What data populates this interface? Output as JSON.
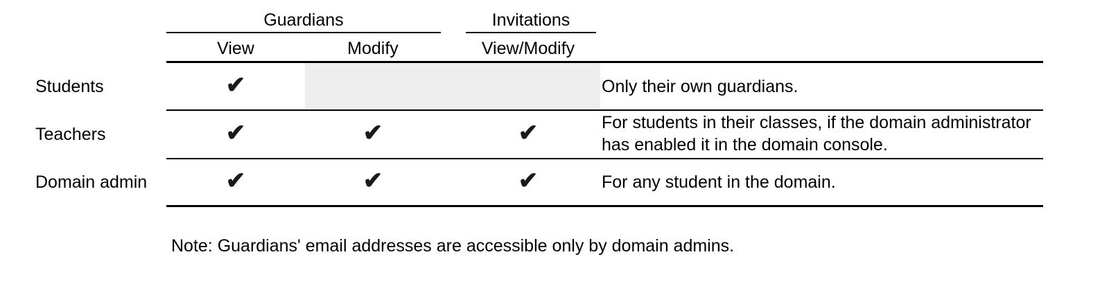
{
  "table": {
    "column_groups": [
      {
        "label": "Guardians",
        "spans": [
          "View",
          "Modify"
        ]
      },
      {
        "label": "Invitations",
        "spans": [
          "View/Modify"
        ]
      }
    ],
    "sub_headers": {
      "view": "View",
      "modify": "Modify",
      "view_modify": "View/Modify"
    },
    "row_header_label": "",
    "check_glyph": "✔",
    "rows": [
      {
        "label": "Students",
        "guardians_view": "✔",
        "guardians_modify": "",
        "invitations_view_modify": "",
        "modify_disabled": true,
        "invite_disabled": true,
        "description_lines": [
          "Only their own guardians."
        ]
      },
      {
        "label": "Teachers",
        "guardians_view": "✔",
        "guardians_modify": "✔",
        "invitations_view_modify": "✔",
        "modify_disabled": false,
        "invite_disabled": false,
        "description_lines": [
          "For students in their classes, if the domain administrator",
          "has enabled it in the domain console."
        ]
      },
      {
        "label": "Domain admin",
        "guardians_view": "✔",
        "guardians_modify": "✔",
        "invitations_view_modify": "✔",
        "modify_disabled": false,
        "invite_disabled": false,
        "description_lines": [
          "For any student in the domain."
        ]
      }
    ]
  },
  "footnote": "Note: Guardians' email addresses are accessible only by domain admins.",
  "colors": {
    "background": "#ffffff",
    "text": "#000000",
    "rule": "#000000",
    "disabled_cell": "#eeeeee",
    "check": "#1a1a1a"
  }
}
